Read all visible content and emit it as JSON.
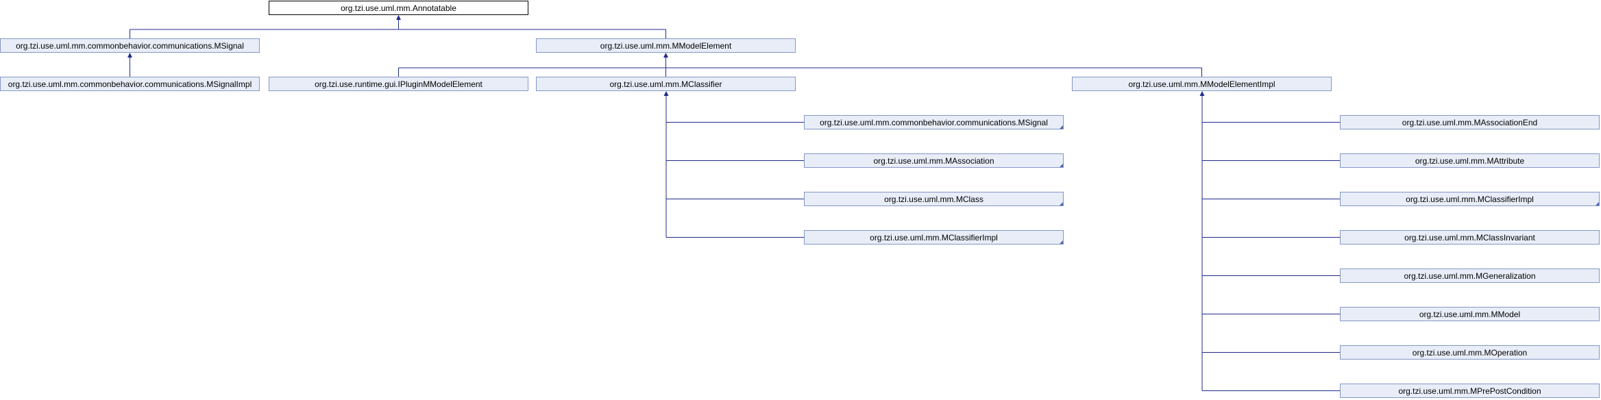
{
  "diagram": {
    "nodes": [
      {
        "id": "annotatable",
        "label": "org.tzi.use.uml.mm.Annotatable",
        "root": true
      },
      {
        "id": "msignal_iface",
        "label": "org.tzi.use.uml.mm.commonbehavior.communications.MSignal"
      },
      {
        "id": "mmodelelement",
        "label": "org.tzi.use.uml.mm.MModelElement"
      },
      {
        "id": "msignalimpl",
        "label": "org.tzi.use.uml.mm.commonbehavior.communications.MSignalImpl"
      },
      {
        "id": "ipluginmmodelelement",
        "label": "org.tzi.use.runtime.gui.IPluginMModelElement"
      },
      {
        "id": "mclassifier",
        "label": "org.tzi.use.uml.mm.MClassifier"
      },
      {
        "id": "mmodelelementimpl",
        "label": "org.tzi.use.uml.mm.MModelElementImpl"
      },
      {
        "id": "msignal_sub",
        "label": "org.tzi.use.uml.mm.commonbehavior.communications.MSignal",
        "folded": true
      },
      {
        "id": "massociation",
        "label": "org.tzi.use.uml.mm.MAssociation",
        "folded": true
      },
      {
        "id": "mclass",
        "label": "org.tzi.use.uml.mm.MClass",
        "folded": true
      },
      {
        "id": "mclassifierimpl_a",
        "label": "org.tzi.use.uml.mm.MClassifierImpl",
        "folded": true
      },
      {
        "id": "massociationend",
        "label": "org.tzi.use.uml.mm.MAssociationEnd"
      },
      {
        "id": "mattribute",
        "label": "org.tzi.use.uml.mm.MAttribute"
      },
      {
        "id": "mclassifierimpl_b",
        "label": "org.tzi.use.uml.mm.MClassifierImpl",
        "folded": true
      },
      {
        "id": "mclassinvariant",
        "label": "org.tzi.use.uml.mm.MClassInvariant"
      },
      {
        "id": "mgeneralization",
        "label": "org.tzi.use.uml.mm.MGeneralization"
      },
      {
        "id": "mmodel",
        "label": "org.tzi.use.uml.mm.MModel"
      },
      {
        "id": "moperation",
        "label": "org.tzi.use.uml.mm.MOperation"
      },
      {
        "id": "mprepostcondition",
        "label": "org.tzi.use.uml.mm.MPrePostCondition"
      }
    ],
    "edges": [
      {
        "from": "msignal_iface",
        "to": "annotatable"
      },
      {
        "from": "mmodelelement",
        "to": "annotatable"
      },
      {
        "from": "msignalimpl",
        "to": "msignal_iface"
      },
      {
        "from": "ipluginmmodelelement",
        "to": "mmodelelement"
      },
      {
        "from": "mclassifier",
        "to": "mmodelelement"
      },
      {
        "from": "mmodelelementimpl",
        "to": "mmodelelement"
      },
      {
        "from": "msignal_sub",
        "to": "mclassifier"
      },
      {
        "from": "massociation",
        "to": "mclassifier"
      },
      {
        "from": "mclass",
        "to": "mclassifier"
      },
      {
        "from": "mclassifierimpl_a",
        "to": "mclassifier"
      },
      {
        "from": "massociationend",
        "to": "mmodelelementimpl"
      },
      {
        "from": "mattribute",
        "to": "mmodelelementimpl"
      },
      {
        "from": "mclassifierimpl_b",
        "to": "mmodelelementimpl"
      },
      {
        "from": "mclassinvariant",
        "to": "mmodelelementimpl"
      },
      {
        "from": "mgeneralization",
        "to": "mmodelelementimpl"
      },
      {
        "from": "mmodel",
        "to": "mmodelelementimpl"
      },
      {
        "from": "moperation",
        "to": "mmodelelementimpl"
      },
      {
        "from": "mprepostcondition",
        "to": "mmodelelementimpl"
      }
    ]
  },
  "colors": {
    "node_fill": "#e8edf7",
    "node_border": "#8497c6",
    "root_fill": "#ffffff",
    "root_border": "#000000",
    "edge": "#1f2a8c"
  }
}
